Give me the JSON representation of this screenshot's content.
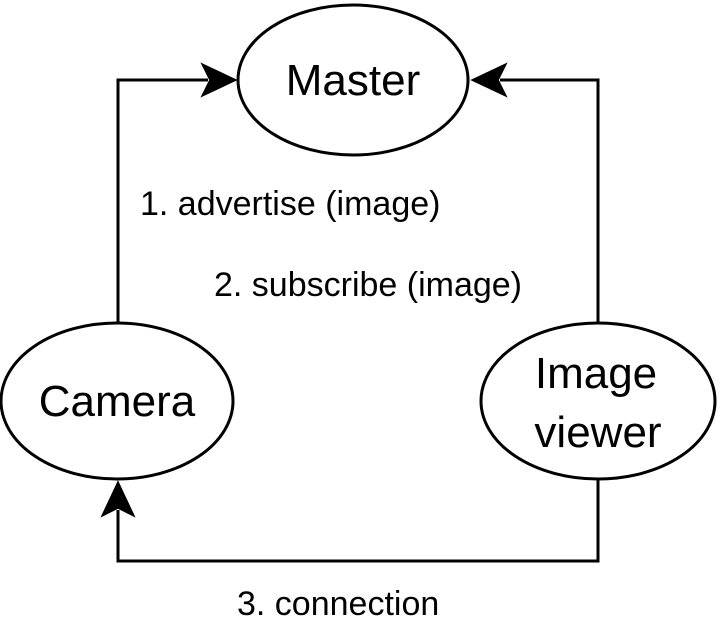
{
  "nodes": {
    "master": {
      "label": "Master"
    },
    "camera": {
      "label": "Camera"
    },
    "image_viewer": {
      "label_line1": "Image",
      "label_line2": "viewer"
    }
  },
  "edges": {
    "advertise": {
      "label": "1. advertise (image)"
    },
    "subscribe": {
      "label": "2. subscribe (image)"
    },
    "connection": {
      "label": "3. connection"
    }
  }
}
